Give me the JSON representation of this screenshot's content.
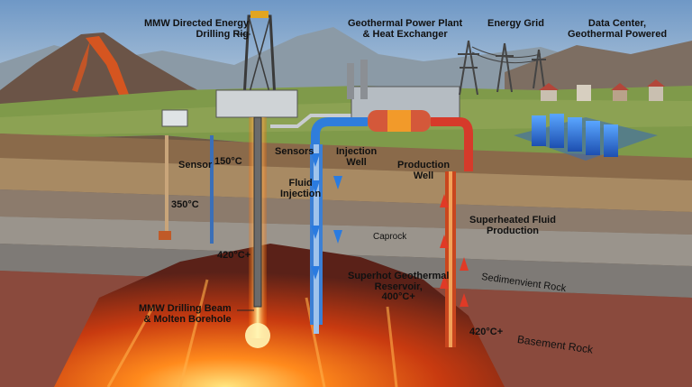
{
  "labels": {
    "rig": "MMW Directed Energy\nDrilling Rig",
    "power_plant": "Geothermal Power Plant\n& Heat Exchanger",
    "grid": "Energy Grid",
    "datacenter": "Data Center,\nGeothermal Powered",
    "sensor": "Sensor",
    "temp_150": "150°C",
    "temp_350": "350°C",
    "temp_420_left": "420°C+",
    "sensors": "Sensors",
    "fluid_injection": "Fluid\nInjection",
    "injection_well": "Injection\nWell",
    "production_well": "Production\nWell",
    "superheated": "Superheated Fluid\nProduction",
    "caprock": "Caprock",
    "sedimentary": "Sedimenvient Rock",
    "reservoir": "Superhot Geothermal\nReservoir,\n400°C+",
    "temp_420_right": "420°C+",
    "basement": "Basement Rock",
    "drilling_beam": "MMW Drilling Beam\n& Molten Borehole"
  },
  "colors": {
    "sky": "#8fb3d6",
    "lava": "#ff7a1a",
    "injection_arrow": "#3a86e0",
    "production_arrow": "#e0402a"
  }
}
